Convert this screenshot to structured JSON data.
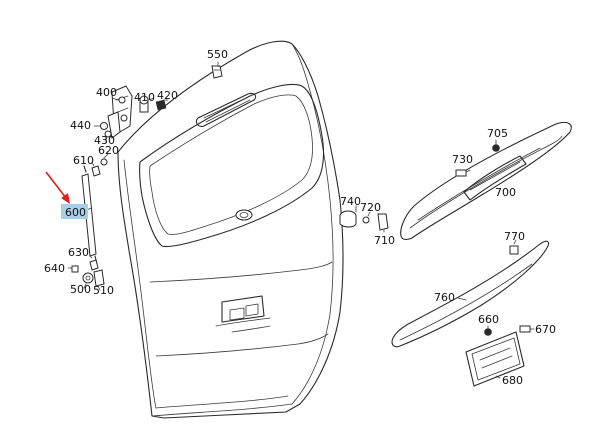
{
  "diagram": {
    "highlight_color": "#a9cfe6",
    "arrow_color": "#e0201c",
    "highlighted_part": "600",
    "labels": {
      "p550": "550",
      "p400": "400",
      "p410": "410",
      "p420": "420",
      "p440": "440",
      "p430": "430",
      "p620": "620",
      "p610": "610",
      "p600": "600",
      "p630": "630",
      "p640": "640",
      "p500": "500",
      "p510": "510",
      "p740": "740",
      "p720": "720",
      "p710": "710",
      "p730": "730",
      "p705": "705",
      "p700": "700",
      "p770": "770",
      "p760": "760",
      "p660": "660",
      "p670": "670",
      "p680": "680"
    }
  }
}
